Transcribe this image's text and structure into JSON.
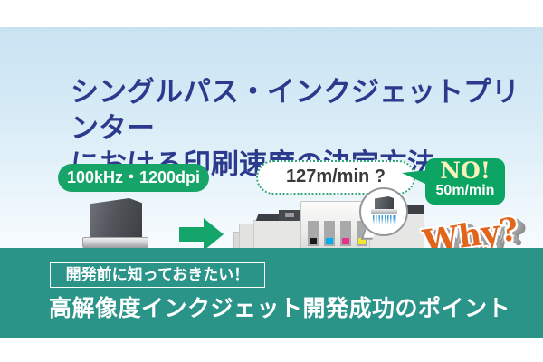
{
  "title": {
    "line1": "シングルパス・インクジェットプリンター",
    "line2": "における印刷速度の決定方法"
  },
  "hero": {
    "head_spec_label": "100kHz・1200dpi",
    "expected_speed_label": "127m/min ?",
    "no_label": "NO!",
    "actual_speed_label": "50m/min",
    "why_label": "Why?",
    "ink_colors": [
      "#1a1a1a",
      "#00aeef",
      "#e8308a",
      "#f3e62e"
    ]
  },
  "footer": {
    "kicker": "開発前に知っておきたい！",
    "heading": "高解像度インクジェット開発成功のポイント"
  },
  "colors": {
    "accent_teal": "#2b9489",
    "title_navy": "#2b3a8c",
    "badge_green": "#16a469",
    "no_bubble_green": "#0ca463",
    "no_text_cream": "#f8f2b8",
    "why_orange": "#e2651c",
    "spray_blue": "#3f9bd8"
  }
}
